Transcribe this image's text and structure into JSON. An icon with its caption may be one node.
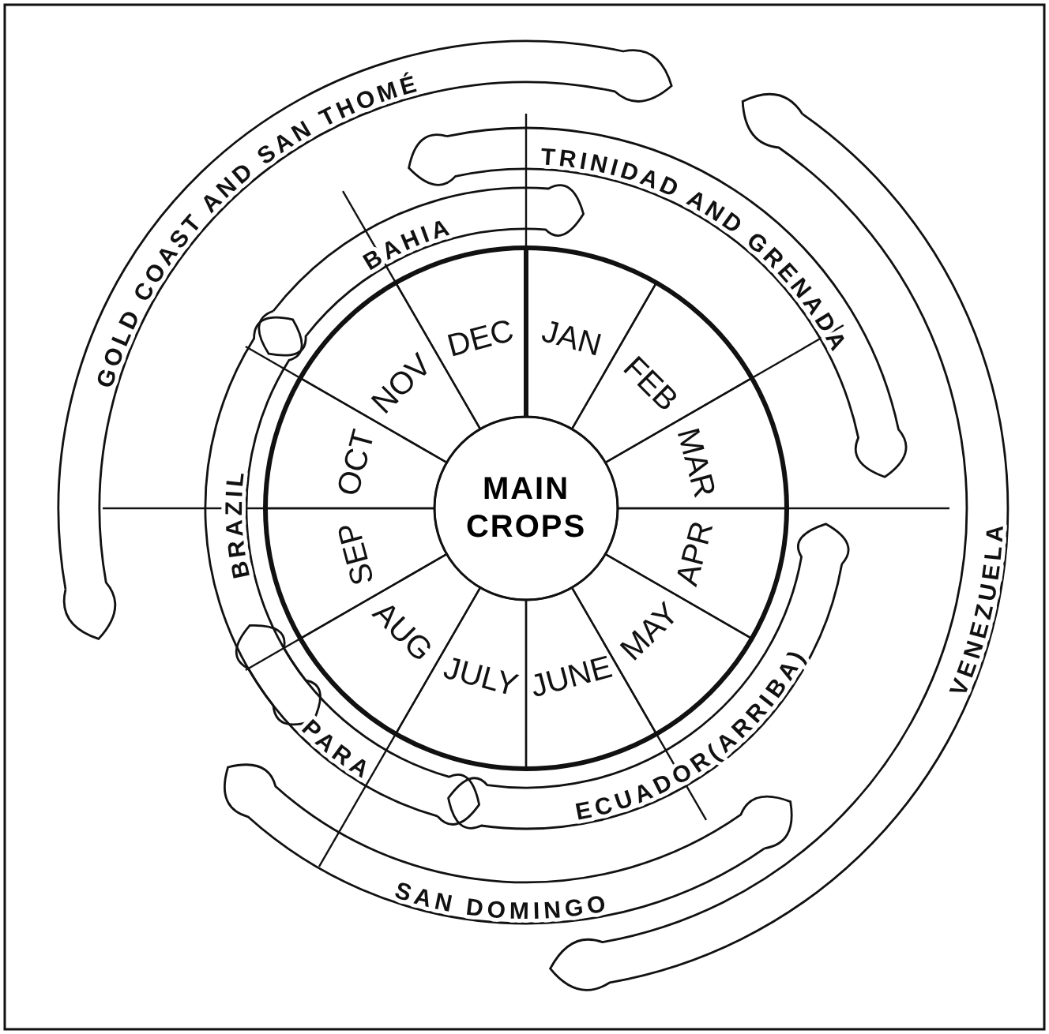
{
  "diagram": {
    "nodes": [
      {
        "text": [
          "MAIN CROPS"
        ]
      },
      {
        "text": [
          "JAN"
        ]
      },
      {
        "text": [
          "FEB"
        ]
      },
      {
        "text": [
          "MAR"
        ]
      },
      {
        "text": [
          "APR"
        ]
      },
      {
        "text": [
          "MAY"
        ]
      },
      {
        "text": [
          "JUNE"
        ]
      },
      {
        "text": [
          "JULY"
        ]
      },
      {
        "text": [
          "AUG"
        ]
      },
      {
        "text": [
          "SEP"
        ]
      },
      {
        "text": [
          "OCT"
        ]
      },
      {
        "text": [
          "NOV"
        ]
      },
      {
        "text": [
          "DEC"
        ]
      },
      {
        "text": [
          "GOLD COAST AND SAN THOMÉ"
        ]
      },
      {
        "text": [
          "TRINIDAD AND GRENADA"
        ]
      },
      {
        "text": [
          "BAHIA"
        ]
      },
      {
        "text": [
          "BRAZIL"
        ]
      },
      {
        "text": [
          "PARA"
        ]
      },
      {
        "text": [
          "ECUADOR(ARRIBA)"
        ]
      },
      {
        "text": [
          "SAN DOMINGO"
        ]
      },
      {
        "text": [
          "VENEZUELA"
        ]
      }
    ]
  }
}
